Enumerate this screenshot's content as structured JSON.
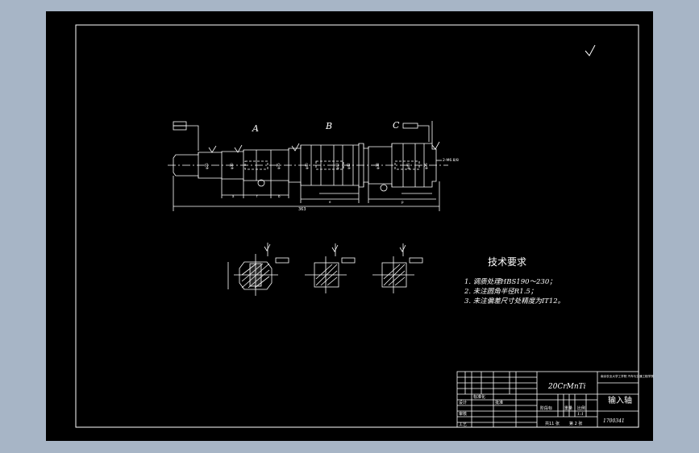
{
  "drawing": {
    "sections": {
      "a": "A",
      "b": "B",
      "c": "C"
    },
    "overall_length": "363",
    "roughness_mark": "√",
    "chamfer_note": "2-M6.8/8",
    "dim_labels": {
      "a": "a",
      "b": "b",
      "e": "e",
      "f": "f",
      "p": "p"
    }
  },
  "tech_req": {
    "title": "技术要求",
    "items": [
      "1. 调质处理HBS190～230；",
      "2. 未注圆角半径R1.5；",
      "3. 未注偏差尺寸处精度为IT12。"
    ]
  },
  "title_block": {
    "material": "20CrMnTi",
    "part_name": "输入轴",
    "school": "南京农业大学工学院 汽车与交通工程学院",
    "drawing_no": "1700341",
    "scale_header": "比例",
    "scale": "1:1",
    "weight_header": "重量",
    "stage_header": "阶段标",
    "total_sheets": "共11 张",
    "sheet": "第 2 张",
    "designer": "设计",
    "checker": "审核",
    "process": "工艺",
    "standardization": "标准化",
    "approve": "批准"
  },
  "colors": {
    "page_bg": "#a7b5c6",
    "sheet": "#000000",
    "line": "#ffffff"
  }
}
